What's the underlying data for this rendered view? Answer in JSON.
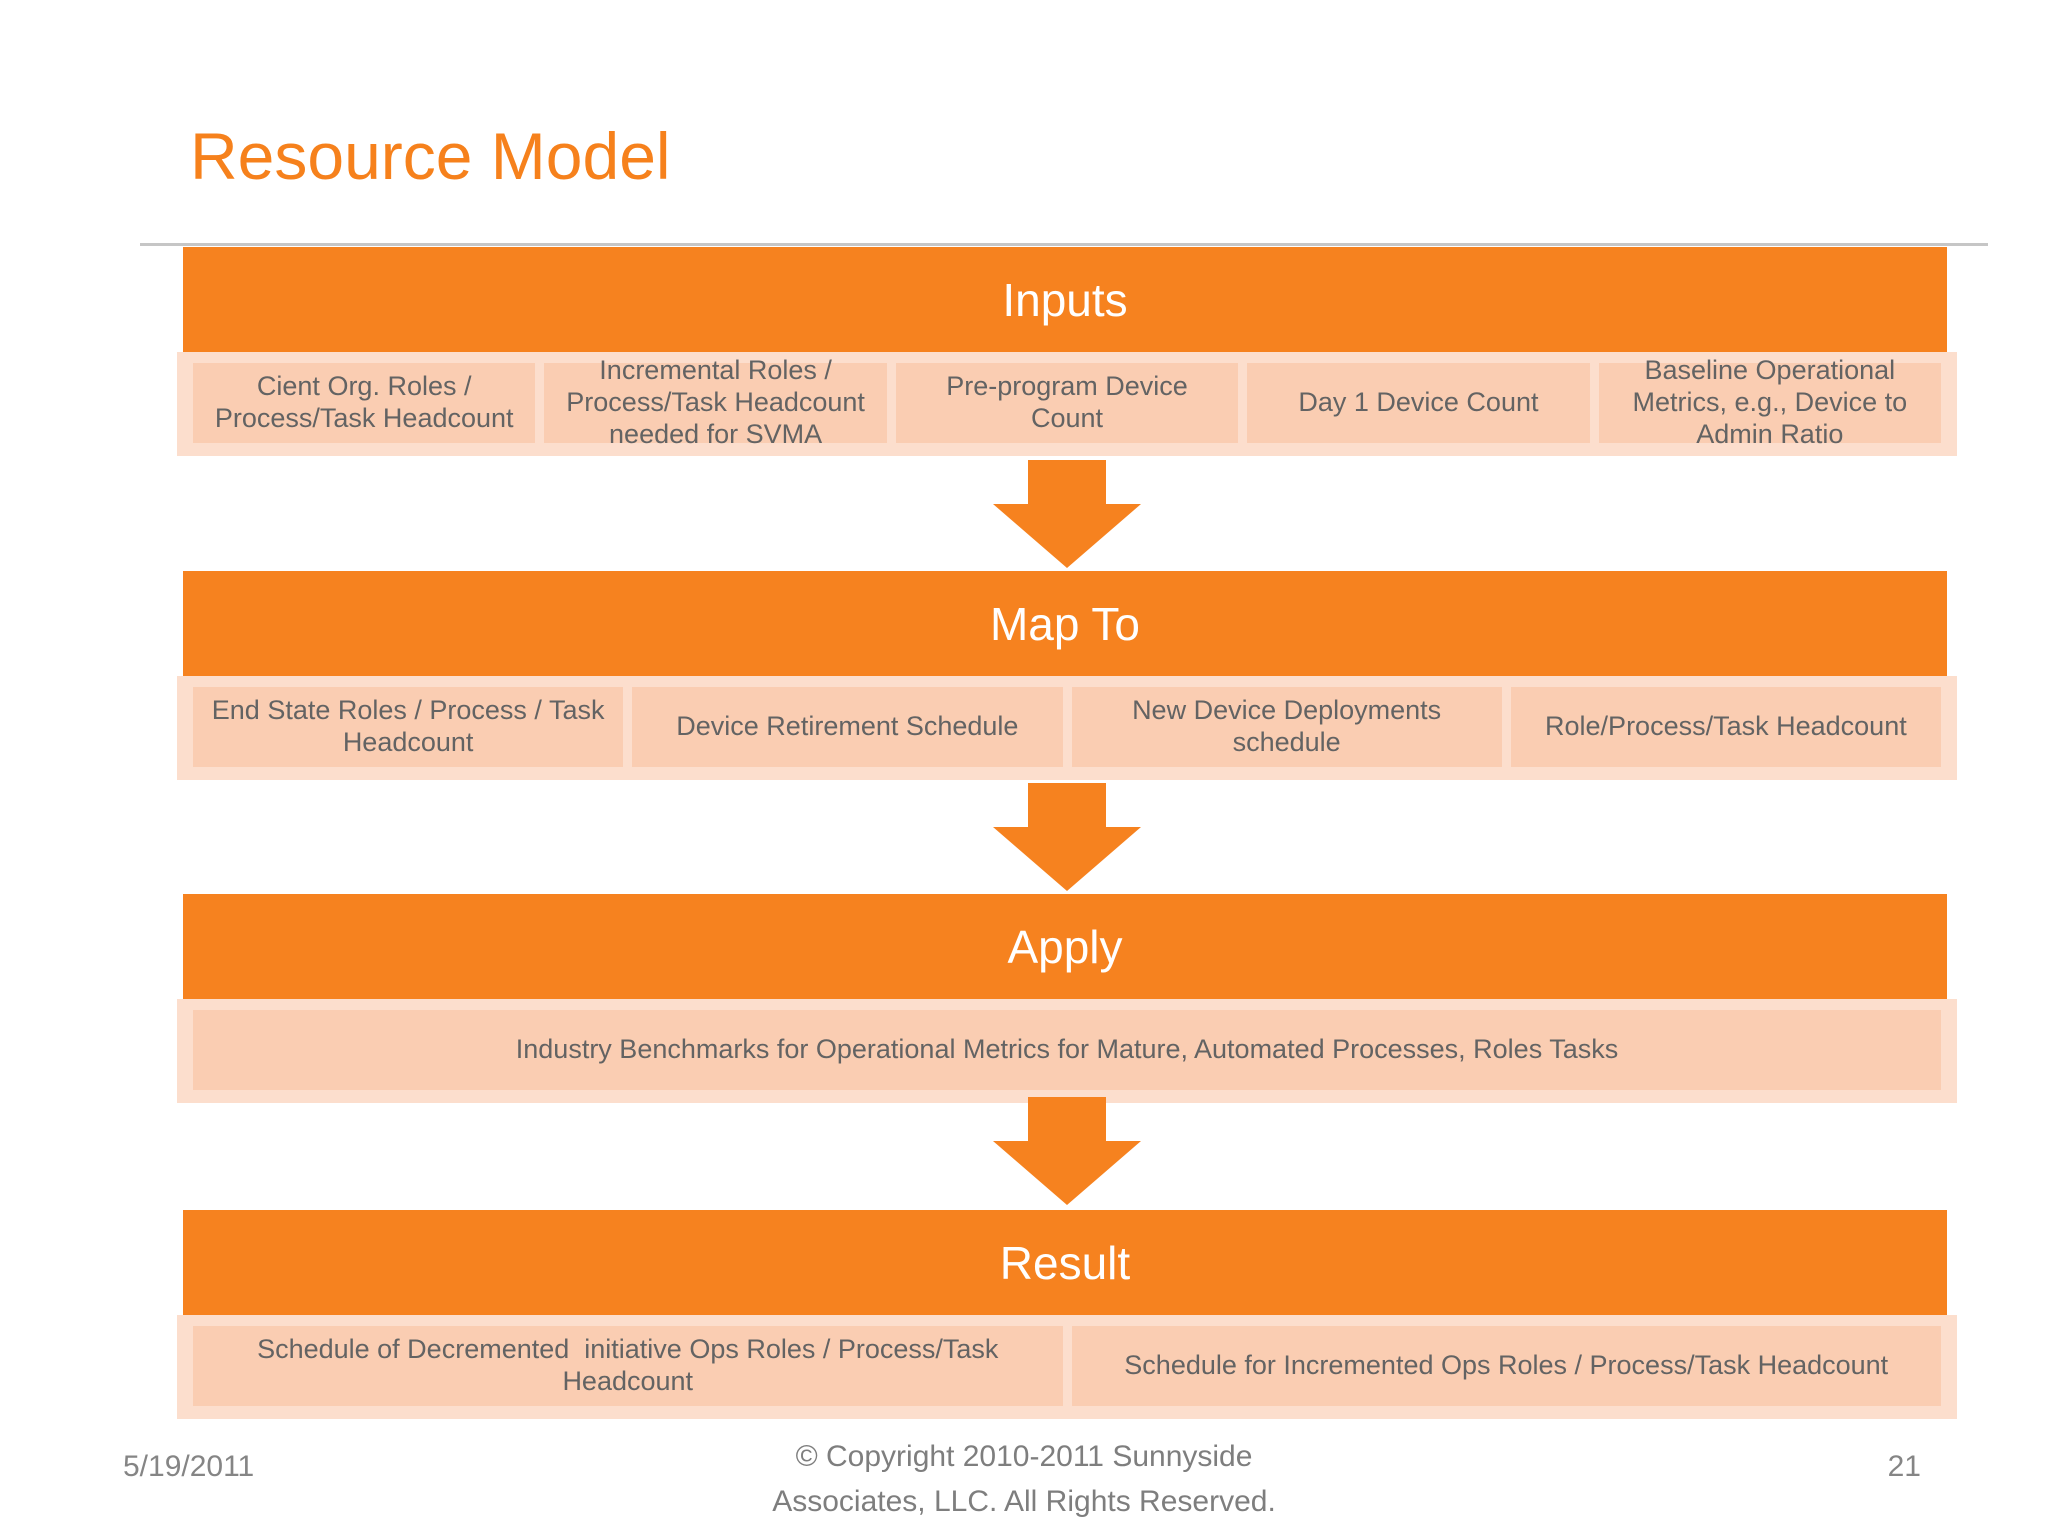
{
  "title": "Resource Model",
  "sections": [
    {
      "header": "Inputs",
      "cells": [
        "Cient Org. Roles / Process/Task Headcount",
        "Incremental Roles / Process/Task Headcount needed for SVMA",
        "Pre-program Device Count",
        "Day 1 Device Count",
        "Baseline Operational Metrics, e.g., Device to Admin Ratio"
      ]
    },
    {
      "header": "Map To",
      "cells": [
        "End State Roles / Process / Task Headcount",
        "Device Retirement Schedule",
        "New Device Deployments schedule",
        "Role/Process/Task Headcount"
      ]
    },
    {
      "header": "Apply",
      "cells": [
        "Industry Benchmarks for Operational Metrics for Mature, Automated Processes, Roles Tasks"
      ]
    },
    {
      "header": "Result",
      "cells": [
        "Schedule of Decremented  initiative Ops Roles / Process/Task Headcount",
        "Schedule for Incremented Ops Roles / Process/Task Headcount"
      ]
    }
  ],
  "footer": {
    "date": "5/19/2011",
    "copyright_line1": "© Copyright 2010-2011 Sunnyside",
    "copyright_line2": "Associates, LLC. All Rights Reserved.",
    "page_number": "21"
  },
  "colors": {
    "accent_orange": "#F6821F",
    "row_fill": "#FCDECD",
    "cell_fill": "#FACDB2",
    "cell_text": "#636363",
    "title_text": "#F6811C",
    "divider": "#C6C6C6",
    "footer_text": "#858585"
  }
}
